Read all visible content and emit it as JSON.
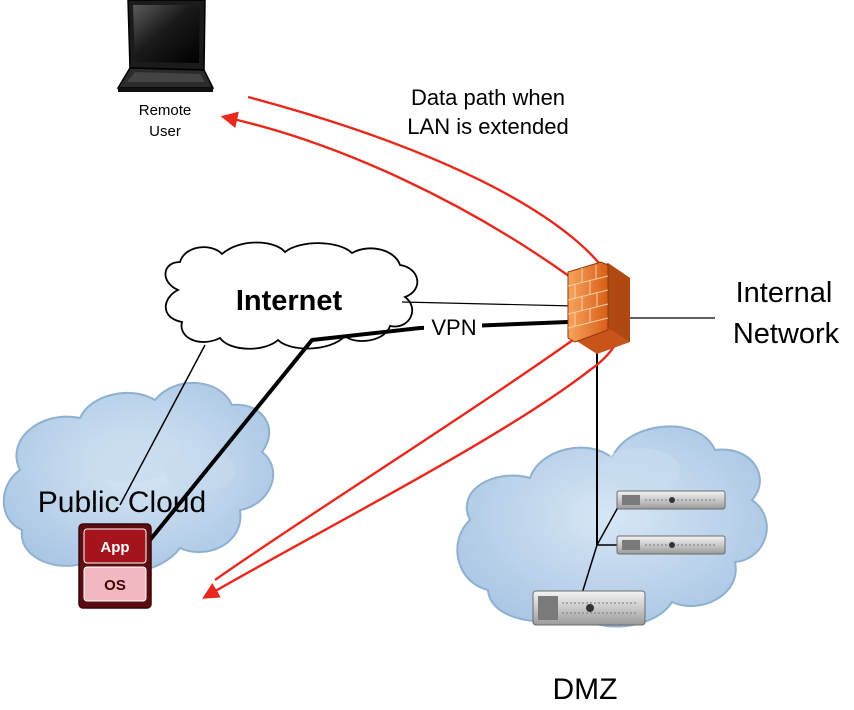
{
  "labels": {
    "remote_user_line1": "Remote",
    "remote_user_line2": "User",
    "data_path_line1": "Data path when",
    "data_path_line2": "LAN is extended",
    "internet": "Internet",
    "vpn": "VPN",
    "internal_network_line1": "Internal",
    "internal_network_line2": "Network",
    "public_cloud": "Public Cloud",
    "app": "App",
    "os": "OS",
    "dmz": "DMZ"
  },
  "colors": {
    "data_path": "#e8281c",
    "cloud_fill": "#b8d2ea",
    "cloud_stroke": "#8fb0d0",
    "firewall": "#e8742a",
    "app_box": "#a3141c",
    "os_box": "#f2b8c0"
  },
  "icons": {
    "remote_user": "laptop-icon",
    "firewall": "firewall-icon",
    "dmz_servers": "rack-server-icon",
    "vm": "virtual-machine-icon"
  }
}
